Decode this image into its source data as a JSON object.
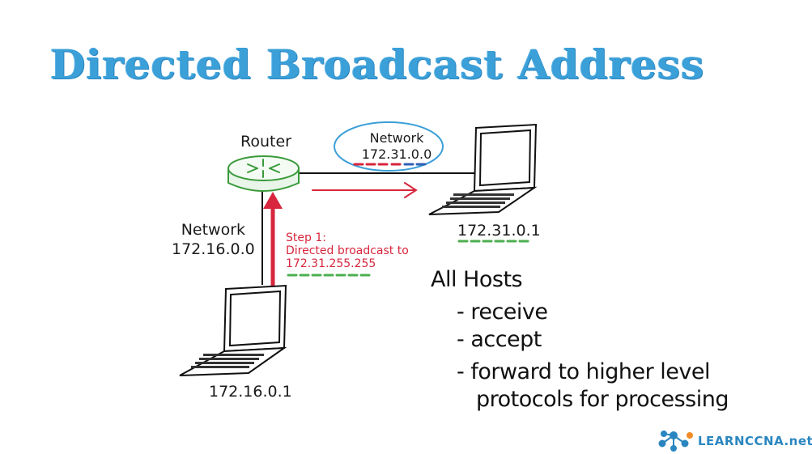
{
  "title": "Directed Broadcast Address",
  "router": {
    "label": "Router"
  },
  "network_left": {
    "label": "Network",
    "address": "172.16.0.0"
  },
  "network_right": {
    "label": "Network",
    "address": "172.31.0.0"
  },
  "host_right": {
    "ip": "172.31.0.1"
  },
  "host_left": {
    "ip": "172.16.0.1"
  },
  "step": {
    "line1": "Step 1:",
    "line2": "Directed broadcast to",
    "line3": "172.31.255.255"
  },
  "all_hosts": {
    "heading": "All Hosts",
    "items": [
      "- receive",
      "- accept",
      "- forward to higher level",
      "protocols for processing"
    ]
  },
  "logo": {
    "text": "LEARNCCNA.net"
  },
  "colors": {
    "title": "#3b9fd8",
    "router": "#3a9a3a",
    "arrow": "#d7263d",
    "underline_green": "#4caf50",
    "underline_red": "#d7263d",
    "underline_blue": "#2f5fb3",
    "ellipse": "#3b9fd8"
  }
}
